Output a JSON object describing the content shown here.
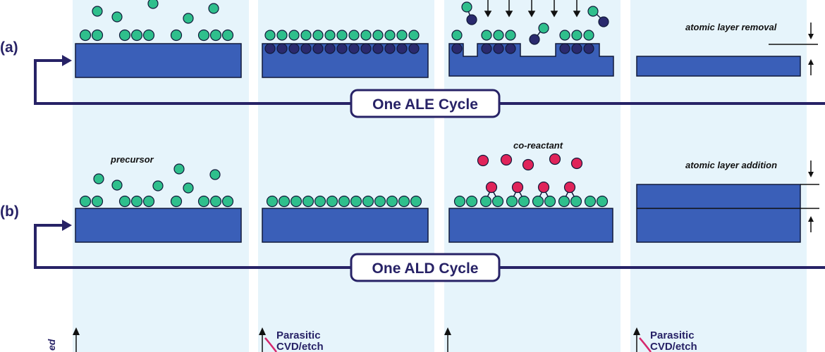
{
  "labels": {
    "row_a": "(a)",
    "row_b": "(b)",
    "ale_cycle": "One ALE Cycle",
    "ald_cycle": "One ALD Cycle",
    "atomic_layer_removal": "atomic layer removal",
    "atomic_layer_addition": "atomic layer addition",
    "precursor": "precursor",
    "co_reactant": "co-reactant",
    "parasitic_1": "Parasitic",
    "cvd_etch_1": "CVD/etch",
    "parasitic_2": "Parasitic",
    "cvd_etch_2": "CVD/etch",
    "partial_axis_label": "ed"
  },
  "colors": {
    "substrate": "#3a5fb8",
    "outline": "#111a3a",
    "adsorbate_green": "#2fbf8c",
    "modified_navy": "#2a2a6e",
    "coreactant_red": "#e0245a",
    "cycle_line": "#272266",
    "column_bg": "#e6f4fb",
    "parasitic_curve": "#d6286e"
  },
  "icons": {
    "step_arrow": "arrow-up-icon",
    "incoming_arrow": "arrow-down-icon"
  }
}
